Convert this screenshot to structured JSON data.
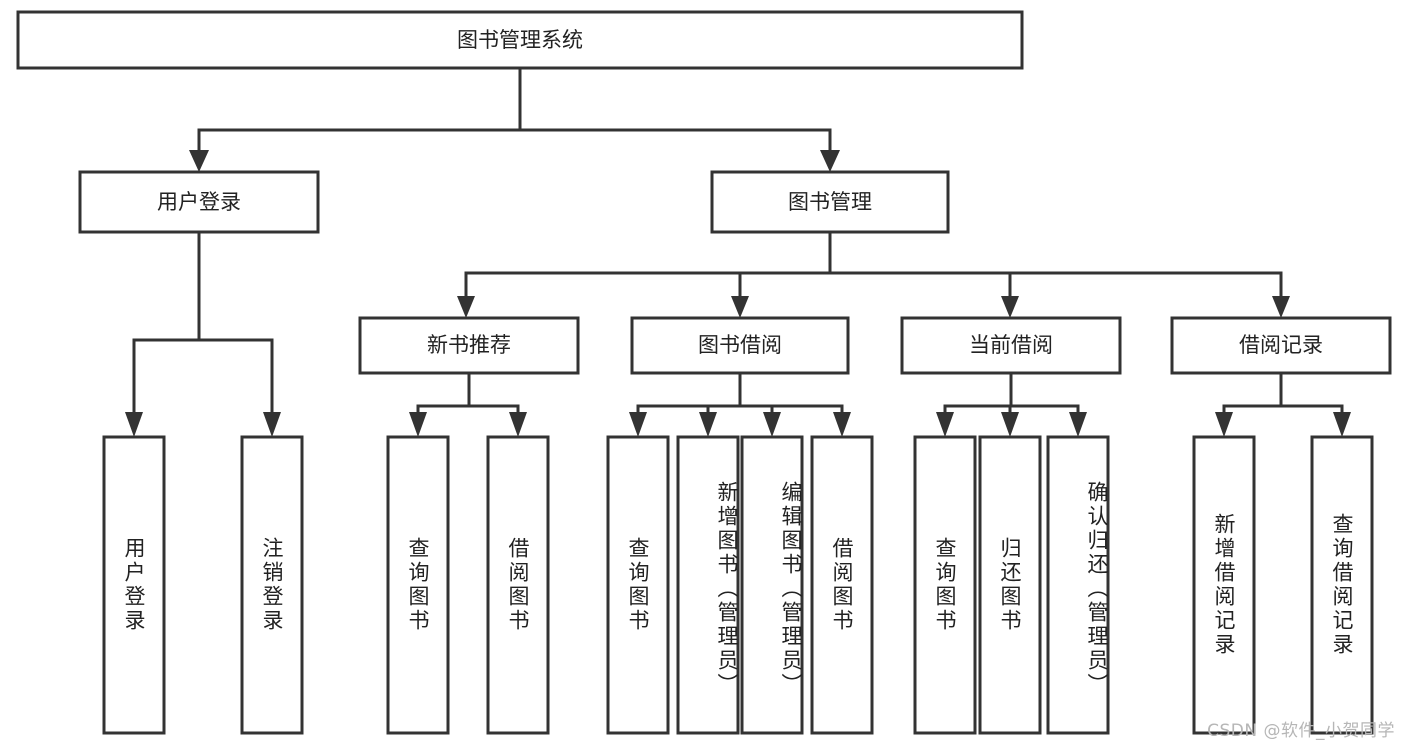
{
  "diagram": {
    "type": "tree",
    "orientation": "top-down",
    "title": "图书管理系统",
    "root": {
      "id": "root",
      "label": "图书管理系统",
      "orientation": "horizontal"
    },
    "level1": [
      {
        "id": "user-login",
        "label": "用户登录",
        "orientation": "horizontal"
      },
      {
        "id": "book-management",
        "label": "图书管理",
        "orientation": "horizontal"
      }
    ],
    "level2": [
      {
        "id": "new-book-recommend",
        "label": "新书推荐",
        "parent": "book-management",
        "orientation": "horizontal"
      },
      {
        "id": "book-borrow",
        "label": "图书借阅",
        "parent": "book-management",
        "orientation": "horizontal"
      },
      {
        "id": "current-borrow",
        "label": "当前借阅",
        "parent": "book-management",
        "orientation": "horizontal"
      },
      {
        "id": "borrow-record",
        "label": "借阅记录",
        "parent": "book-management",
        "orientation": "horizontal"
      }
    ],
    "leaves": [
      {
        "id": "leaf-user-login",
        "label": "用户登录",
        "parent": "user-login",
        "orientation": "vertical"
      },
      {
        "id": "leaf-logout-login",
        "label": "注销登录",
        "parent": "user-login",
        "orientation": "vertical"
      },
      {
        "id": "leaf-query-book-1",
        "label": "查询图书",
        "parent": "new-book-recommend",
        "orientation": "vertical"
      },
      {
        "id": "leaf-borrow-book-1",
        "label": "借阅图书",
        "parent": "new-book-recommend",
        "orientation": "vertical"
      },
      {
        "id": "leaf-query-book-2",
        "label": "查询图书",
        "parent": "book-borrow",
        "orientation": "vertical"
      },
      {
        "id": "leaf-add-book",
        "label": "新增图书（管理员）",
        "parent": "book-borrow",
        "orientation": "vertical"
      },
      {
        "id": "leaf-edit-book",
        "label": "编辑图书（管理员）",
        "parent": "book-borrow",
        "orientation": "vertical"
      },
      {
        "id": "leaf-borrow-book-2",
        "label": "借阅图书",
        "parent": "book-borrow",
        "orientation": "vertical"
      },
      {
        "id": "leaf-query-book-3",
        "label": "查询图书",
        "parent": "current-borrow",
        "orientation": "vertical"
      },
      {
        "id": "leaf-return-book",
        "label": "归还图书",
        "parent": "current-borrow",
        "orientation": "vertical"
      },
      {
        "id": "leaf-confirm-return",
        "label": "确认归还（管理员）",
        "parent": "current-borrow",
        "orientation": "vertical"
      },
      {
        "id": "leaf-add-record",
        "label": "新增借阅记录",
        "parent": "borrow-record",
        "orientation": "vertical"
      },
      {
        "id": "leaf-query-record",
        "label": "查询借阅记录",
        "parent": "borrow-record",
        "orientation": "vertical"
      }
    ]
  },
  "watermark": {
    "text": "CSDN @软件_小贺同学"
  },
  "colors": {
    "stroke": "#333333",
    "fill": "#ffffff",
    "text": "#222222",
    "watermark": "#b6b6b6",
    "background": "#ffffff"
  }
}
